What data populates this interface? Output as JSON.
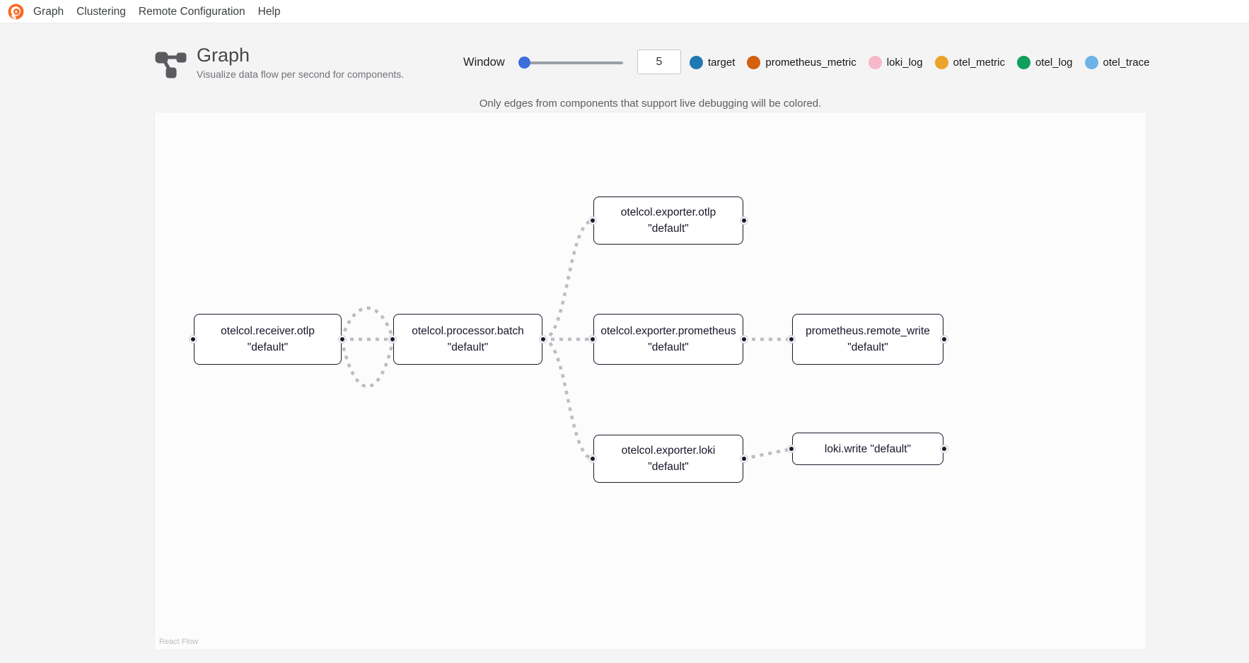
{
  "nav": {
    "items": [
      {
        "label": "Graph"
      },
      {
        "label": "Clustering"
      },
      {
        "label": "Remote Configuration"
      },
      {
        "label": "Help"
      }
    ]
  },
  "header": {
    "title": "Graph",
    "subtitle": "Visualize data flow per second for components.",
    "window": {
      "label": "Window",
      "value": "5"
    },
    "legend": [
      {
        "label": "target",
        "color": "#1f77b4"
      },
      {
        "label": "prometheus_metric",
        "color": "#d2600d"
      },
      {
        "label": "loki_log",
        "color": "#f7b8ca"
      },
      {
        "label": "otel_metric",
        "color": "#eba32b"
      },
      {
        "label": "otel_log",
        "color": "#0fa05c"
      },
      {
        "label": "otel_trace",
        "color": "#6db3e8"
      }
    ]
  },
  "note": "Only edges from components that support live debugging will be colored.",
  "colors": {
    "logo_orange": "#f96b27",
    "slider_blue": "#3d6edb",
    "node_border": "#1a192b",
    "edge_gray": "#bdbdc3"
  },
  "graph": {
    "nodes": [
      {
        "id": "otelcol-receiver-otlp",
        "line1": "otelcol.receiver.otlp",
        "line2": "\"default\""
      },
      {
        "id": "otelcol-processor-batch",
        "line1": "otelcol.processor.batch",
        "line2": "\"default\""
      },
      {
        "id": "otelcol-exporter-otlp",
        "line1": "otelcol.exporter.otlp",
        "line2": "\"default\""
      },
      {
        "id": "otelcol-exporter-prometheus",
        "line1": "otelcol.exporter.prometheus",
        "line2": "\"default\""
      },
      {
        "id": "prometheus-remote-write",
        "line1": "prometheus.remote_write",
        "line2": "\"default\""
      },
      {
        "id": "otelcol-exporter-loki",
        "line1": "otelcol.exporter.loki",
        "line2": "\"default\""
      },
      {
        "id": "loki-write",
        "line1": "loki.write \"default\"",
        "line2": ""
      }
    ],
    "attribution": "React Flow"
  }
}
